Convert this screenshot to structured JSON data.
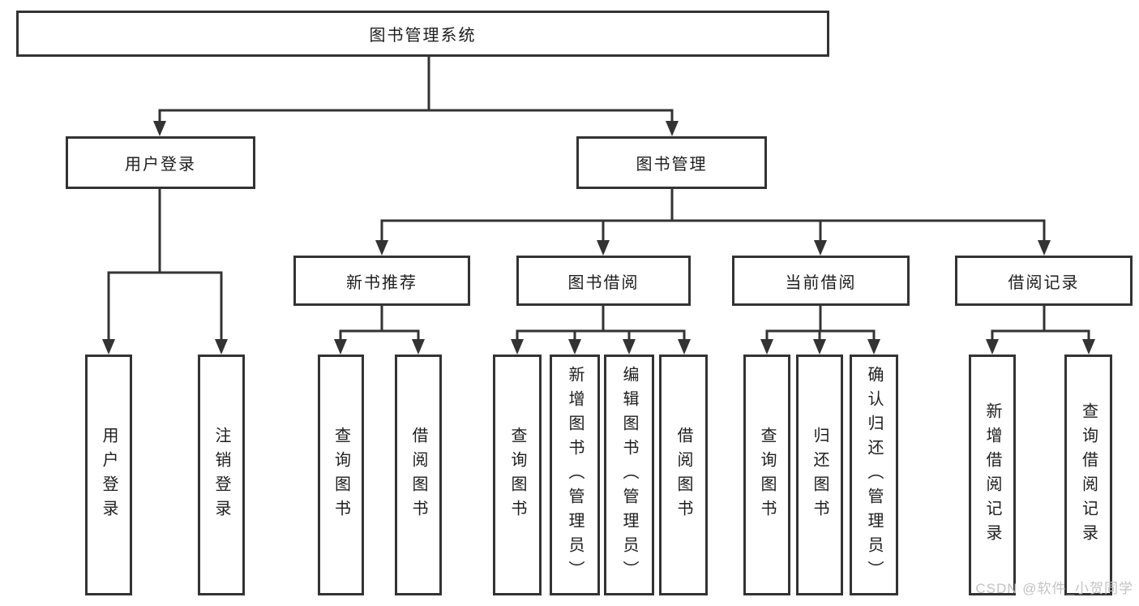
{
  "tree": {
    "label": "图书管理系统",
    "children": [
      {
        "label": "用户登录",
        "children": [
          {
            "label": "用户登录"
          },
          {
            "label": "注销登录"
          }
        ]
      },
      {
        "label": "图书管理",
        "children": [
          {
            "label": "新书推荐",
            "children": [
              {
                "label": "查询图书"
              },
              {
                "label": "借阅图书"
              }
            ]
          },
          {
            "label": "图书借阅",
            "children": [
              {
                "label": "查询图书"
              },
              {
                "label": "新增图书（管理员）"
              },
              {
                "label": "编辑图书（管理员）"
              },
              {
                "label": "借阅图书"
              }
            ]
          },
          {
            "label": "当前借阅",
            "children": [
              {
                "label": "查询图书"
              },
              {
                "label": "归还图书"
              },
              {
                "label": "确认归还（管理员）"
              }
            ]
          },
          {
            "label": "借阅记录",
            "children": [
              {
                "label": "新增借阅记录"
              },
              {
                "label": "查询借阅记录"
              }
            ]
          }
        ]
      }
    ]
  },
  "watermark": {
    "text": "CSDN @软件_小贺同学"
  },
  "colors": {
    "line": "#333333",
    "box_border": "#333333",
    "background": "#ffffff",
    "text": "#1d1d1d",
    "watermark": "#c3c3c3"
  }
}
